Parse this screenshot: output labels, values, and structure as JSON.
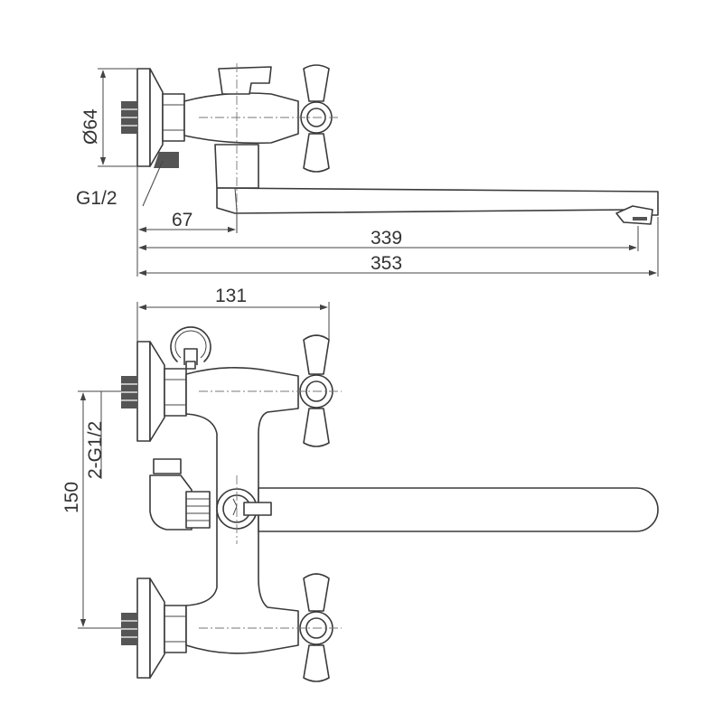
{
  "top_view": {
    "diameter_label": "Ø64",
    "thread_label": "G1/2",
    "dim_offset": "67",
    "dim_spout": "339",
    "dim_overall": "353"
  },
  "front_view": {
    "dim_width": "131",
    "dim_spacing": "150",
    "inlet_label": "2-G1/2"
  }
}
